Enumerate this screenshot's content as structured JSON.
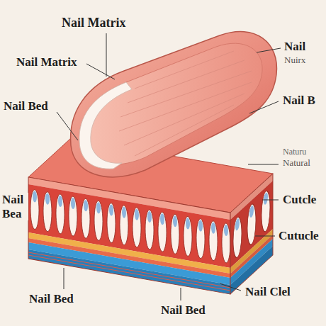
{
  "diagram": {
    "labels": [
      "Nail Matrix",
      "Nail Matrix",
      "Nail",
      "Nuirx",
      "Nail Bed",
      "Nail B",
      "Naturu",
      "Natural",
      "Nail Bea",
      "Cutcle",
      "Cutucle",
      "Nail Clel",
      "Nail Bed",
      "Nail Bed"
    ]
  }
}
